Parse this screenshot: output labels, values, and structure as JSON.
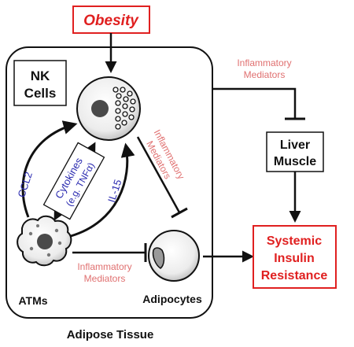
{
  "obesity": "Obesity",
  "nk_cells": [
    "NK",
    "Cells"
  ],
  "adipose_tissue": "Adipose Tissue",
  "atms": "ATMs",
  "adipocytes": "Adipocytes",
  "liver_muscle": [
    "Liver",
    "Muscle"
  ],
  "systemic": [
    "Systemic",
    "Insulin",
    "Resistance"
  ],
  "ccl2": "CCL2",
  "il15": "IL-15",
  "cytokines": "Cytokines",
  "cytokines_eg": "(e.g. TNFα)",
  "inflam_top": [
    "Inflammatory",
    "Mediators"
  ],
  "inflam_vert": [
    "Inflammatory",
    "Mediators"
  ],
  "inflam_bottom": [
    "Inflammatory",
    "Mediators"
  ],
  "colors": {
    "red": "#e02020",
    "pink": "#e07070",
    "blue": "#2a2ab0",
    "black": "#111111",
    "gray": "#8a8a8a"
  }
}
